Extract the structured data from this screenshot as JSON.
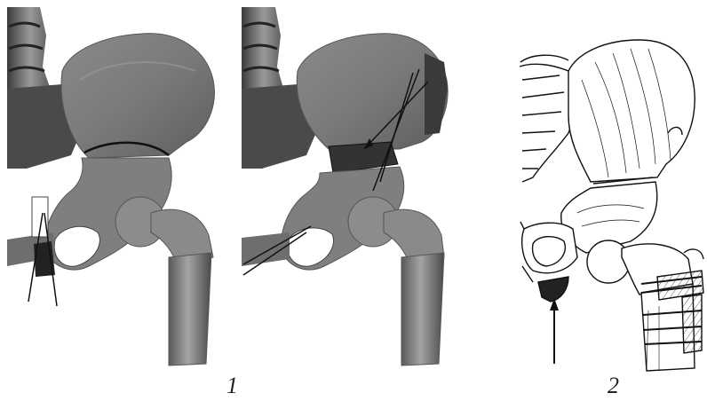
{
  "figure": {
    "panels": [
      {
        "id": "left-pair",
        "label": "1"
      },
      {
        "id": "right-drawing",
        "label": "2"
      }
    ]
  }
}
